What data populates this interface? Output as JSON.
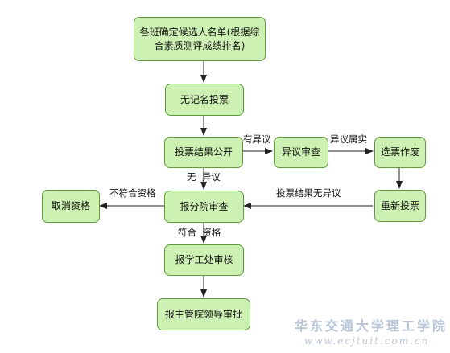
{
  "nodes": {
    "rank_candidates": "各班确定候选人名单(根据综合素质测评成绩排名)",
    "anonymous_vote": "无记名投票",
    "publish_results": "投票结果公开",
    "objection_review": "异议审查",
    "void_election": "选票作废",
    "cancel_qualification": "取消资格",
    "college_review": "报分院审查",
    "revote": "重新投票",
    "student_affairs_audit": "报学工处审核",
    "leader_approval": "报主管院领导审批"
  },
  "edge_labels": {
    "has_objection": "有异议",
    "objection_confirmed": "异议属实",
    "no_objection": "无  异议",
    "not_qualified": "不符合资格",
    "no_objection_result": "投票结果无异议",
    "qualified": "符合  资格"
  },
  "watermark": {
    "line1": "华东交通大学理工学院",
    "line2": "www.ecjtuit.com.cn"
  },
  "colors": {
    "node_fill": "#cdf0b3",
    "node_border": "#5f9a3e",
    "arrow": "#222222"
  }
}
